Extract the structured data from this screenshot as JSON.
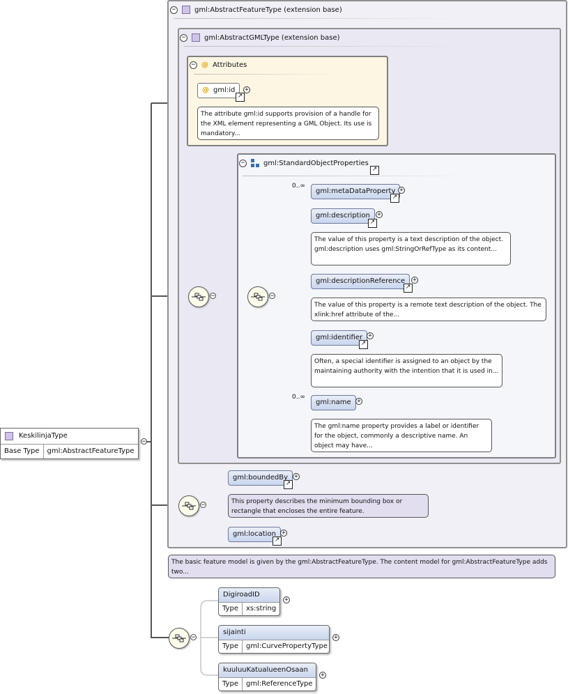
{
  "root": {
    "name": "KeskilinjaType",
    "base_type_label": "Base Type",
    "base_type_value": "gml:AbstractFeatureType"
  },
  "abstract_feature": {
    "title": "gml:AbstractFeatureType (extension base)",
    "note": "The basic feature model is given by the gml:AbstractFeatureType. The content model for gml:AbstractFeatureType adds two..."
  },
  "abstract_gml": {
    "title": "gml:AbstractGMLType (extension base)"
  },
  "attributes": {
    "title": "Attributes",
    "id_label": "gml:id",
    "id_note": "The attribute gml:id supports provision of a handle for the XML element representing a GML Object. Its use is mandatory..."
  },
  "standard_props": {
    "title": "gml:StandardObjectProperties",
    "items": [
      {
        "label": "gml:metaDataProperty",
        "occurrence": "0..∞",
        "note": ""
      },
      {
        "label": "gml:description",
        "occurrence": "",
        "note": "The value of this property is a text description of the object. gml:description uses gml:StringOrRefType as its content..."
      },
      {
        "label": "gml:descriptionReference",
        "occurrence": "",
        "note": "The value of this property is a remote text description of the object. The xlink:href attribute of the..."
      },
      {
        "label": "gml:identifier",
        "occurrence": "",
        "note": "Often, a special identifier is assigned to an object by the maintaining authority with the intention that it is used in..."
      },
      {
        "label": "gml:name",
        "occurrence": "0..∞",
        "note": "The gml:name property provides a label or identifier for the object, commonly a descriptive name. An object may have..."
      }
    ]
  },
  "feature_props": {
    "bounded_by": "gml:boundedBy",
    "bounded_by_note": "This property describes the minimum bounding box or rectangle that encloses the entire feature.",
    "location": "gml:location"
  },
  "local_elements": [
    {
      "name": "DigiroadID",
      "type_label": "Type",
      "type_value": "xs:string"
    },
    {
      "name": "sijainti",
      "type_label": "Type",
      "type_value": "gml:CurvePropertyType"
    },
    {
      "name": "kuuluuKatualueenOsaan",
      "type_label": "Type",
      "type_value": "gml:ReferenceType"
    }
  ],
  "icons": {
    "minus": "−",
    "plus": "+",
    "link": "↗",
    "at": "@"
  }
}
